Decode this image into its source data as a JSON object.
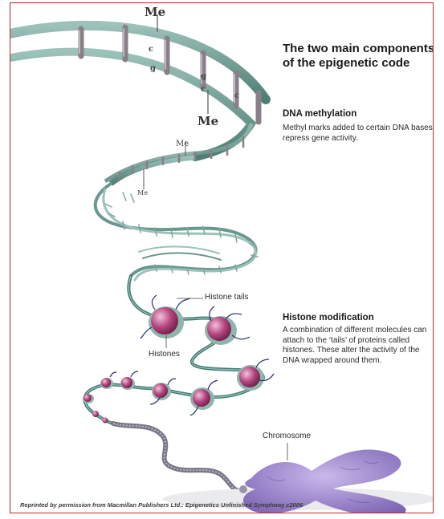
{
  "title": "The two main components of the epigenetic code",
  "dna_methylation": {
    "heading": "DNA methylation",
    "body": "Methyl marks added to certain DNA bases repress gene activity."
  },
  "histone_modification": {
    "heading": "Histone modification",
    "body": "A combination of different molecules can attach to the ‘tails’ of proteins called histones. These alter the activity of the DNA wrapped around them."
  },
  "labels": {
    "histone_tails": "Histone tails",
    "histones": "Histones",
    "chromosome": "Chromosome",
    "methyl": "Me",
    "base_c": "c",
    "base_g": "g"
  },
  "credit": "Reprinted by permission from Macmillan Publishers Ltd.: Epigenetics Unfinished Symphony c2006",
  "colors": {
    "border": "#b8282d",
    "dna_strand": "#5f8f86",
    "histone": "#b5457f",
    "chromosome": "#8c74c0"
  }
}
